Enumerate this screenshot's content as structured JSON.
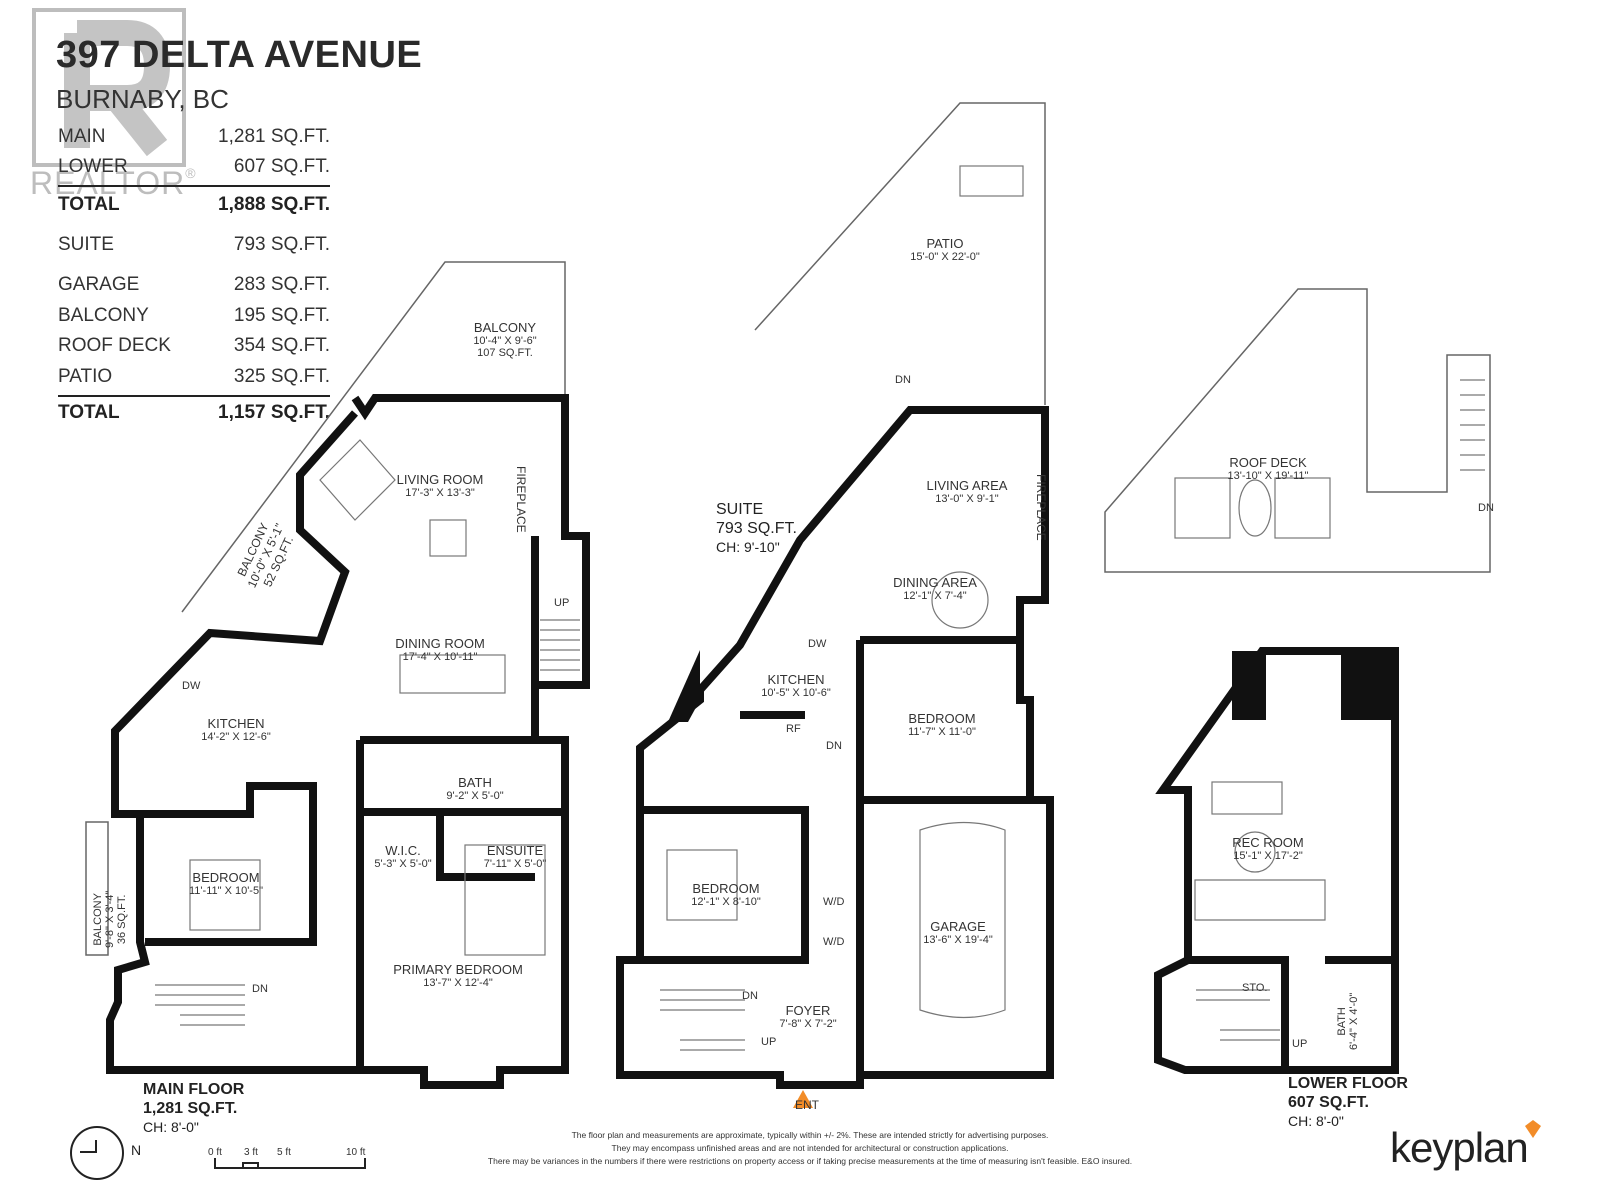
{
  "header": {
    "address": "397 DELTA AVENUE",
    "city": "BURNABY, BC"
  },
  "areas": [
    {
      "label": "MAIN",
      "value": "1,281 SQ.FT."
    },
    {
      "label": "LOWER",
      "value": "607 SQ.FT."
    },
    {
      "label": "TOTAL",
      "value": "1,888 SQ.FT."
    },
    {
      "label": "SUITE",
      "value": "793 SQ.FT."
    },
    {
      "label": "GARAGE",
      "value": "283 SQ.FT."
    },
    {
      "label": "BALCONY",
      "value": "195 SQ.FT."
    },
    {
      "label": "ROOF DECK",
      "value": "354 SQ.FT."
    },
    {
      "label": "PATIO",
      "value": "325 SQ.FT."
    },
    {
      "label": "TOTAL",
      "value": "1,157 SQ.FT."
    }
  ],
  "watermark": {
    "text": "REALTOR",
    "mark": "®"
  },
  "rooms": {
    "balcony_top": {
      "name": "BALCONY",
      "dims": "10'-4\" X 9'-6\"",
      "area": "107 SQ.FT."
    },
    "living_room": {
      "name": "LIVING ROOM",
      "dims": "17'-3\" X 13'-3\""
    },
    "fireplace_main": {
      "name": "FIREPLACE"
    },
    "balcony_side": {
      "name": "BALCONY",
      "dims": "10'-0\" X 5'-1\"",
      "area": "52 SQ.FT."
    },
    "dining_room": {
      "name": "DINING ROOM",
      "dims": "17'-4\" X 10'-11\""
    },
    "up_main": {
      "name": "UP"
    },
    "kitchen_main": {
      "name": "KITCHEN",
      "dims": "14'-2\" X 12'-6\""
    },
    "dw_main": {
      "name": "DW"
    },
    "bath_main": {
      "name": "BATH",
      "dims": "9'-2\" X 5'-0\""
    },
    "wic": {
      "name": "W.I.C.",
      "dims": "5'-3\" X 5'-0\""
    },
    "ensuite": {
      "name": "ENSUITE",
      "dims": "7'-11\" X 5'-0\""
    },
    "bedroom_main": {
      "name": "BEDROOM",
      "dims": "11'-11\" X 10'-5\""
    },
    "balcony_left": {
      "name": "BALCONY",
      "dims": "9'-8\" X 3'-4\"",
      "area": "36 SQ.FT."
    },
    "primary_bedroom": {
      "name": "PRIMARY BEDROOM",
      "dims": "13'-7\" X 12'-4\""
    },
    "dn_main": {
      "name": "DN"
    },
    "patio": {
      "name": "PATIO",
      "dims": "15'-0\" X 22'-0\""
    },
    "dn_patio": {
      "name": "DN"
    },
    "living_area": {
      "name": "LIVING AREA",
      "dims": "13'-0\" X 9'-1\""
    },
    "fireplace_suite": {
      "name": "FIREPLACE"
    },
    "dining_area": {
      "name": "DINING AREA",
      "dims": "12'-1\" X 7'-4\""
    },
    "kitchen_suite": {
      "name": "KITCHEN",
      "dims": "10'-5\" X 10'-6\""
    },
    "dw_suite": {
      "name": "DW"
    },
    "rf_suite": {
      "name": "RF"
    },
    "dn_suite": {
      "name": "DN"
    },
    "bedroom_suite_right": {
      "name": "BEDROOM",
      "dims": "11'-7\" X 11'-0\""
    },
    "bedroom_suite_left": {
      "name": "BEDROOM",
      "dims": "12'-1\" X 8'-10\""
    },
    "wd1": {
      "name": "W/D"
    },
    "wd2": {
      "name": "W/D"
    },
    "garage": {
      "name": "GARAGE",
      "dims": "13'-6\" X 19'-4\""
    },
    "foyer": {
      "name": "FOYER",
      "dims": "7'-8\" X 7'-2\""
    },
    "dn_foyer": {
      "name": "DN"
    },
    "up_foyer": {
      "name": "UP"
    },
    "roof_deck": {
      "name": "ROOF DECK",
      "dims": "13'-10\" X 19'-11\""
    },
    "dn_roof": {
      "name": "DN"
    },
    "rec_room": {
      "name": "REC ROOM",
      "dims": "15'-1\" X 17'-2\""
    },
    "sto": {
      "name": "STO."
    },
    "bath_lower": {
      "name": "BATH",
      "dims": "6'-4\" X 4'-0\""
    },
    "up_lower": {
      "name": "UP"
    }
  },
  "suite": {
    "name": "SUITE",
    "area": "793 SQ.FT.",
    "ch": "CH: 9'-10\""
  },
  "floors": {
    "main": {
      "name": "MAIN FLOOR",
      "area": "1,281 SQ.FT.",
      "ch": "CH: 8'-0\""
    },
    "lower": {
      "name": "LOWER FLOOR",
      "area": "607 SQ.FT.",
      "ch": "CH: 8'-0\""
    }
  },
  "entrance": "ENT",
  "compass": "N",
  "scale": {
    "labels": [
      "0 ft",
      "3 ft",
      "5 ft",
      "10 ft"
    ]
  },
  "disclaimer": [
    "The floor plan and measurements are approximate, typically within +/- 2%. These are intended strictly for advertising purposes.",
    "They may encompass unfinished areas and are not intended for architectural or construction applications.",
    "There may be variances in the numbers if there were restrictions on property access or if taking precise measurements at the time of measuring isn't feasible. E&O insured."
  ],
  "brand": "keyplan",
  "colors": {
    "wall": "#111111",
    "thin": "#666666",
    "accent": "#f28c28"
  }
}
